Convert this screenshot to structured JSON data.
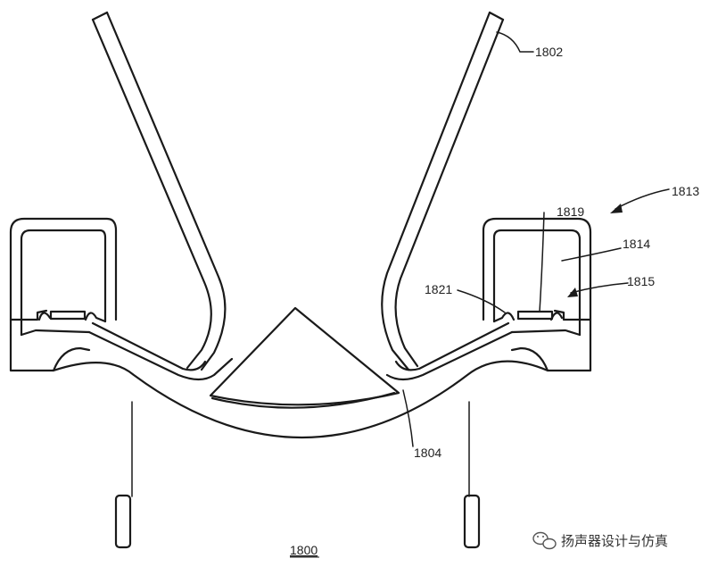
{
  "figure": {
    "number": "1800",
    "labels": {
      "l1802": "1802",
      "l1813": "1813",
      "l1819": "1819",
      "l1814": "1814",
      "l1821": "1821",
      "l1815": "1815",
      "l1804": "1804"
    }
  },
  "watermark": {
    "text": "扬声器设计与仿真",
    "icon": "wechat-icon"
  },
  "colors": {
    "line": "#1a1a1a",
    "background": "#ffffff"
  }
}
